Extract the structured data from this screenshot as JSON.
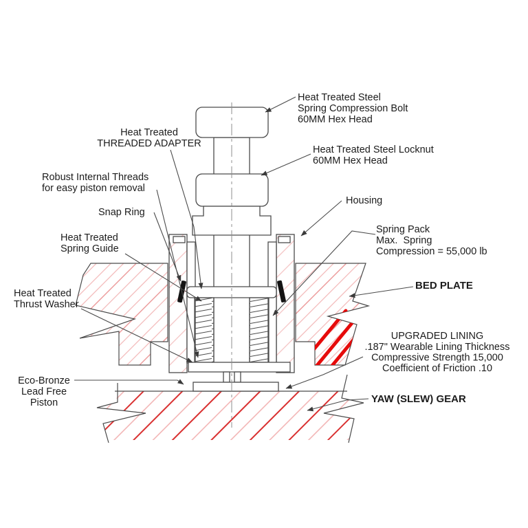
{
  "title": "Yaw brake spring compression assembly cross-section",
  "colors": {
    "background": "#ffffff",
    "line": "#4a4a4a",
    "text": "#1c1c1c",
    "hatch_pink": "#f0b2b2",
    "hatch_red": "#dd3333",
    "lining_red": "#e60b0b",
    "snap_ring": "#141414",
    "centerline_gray": "#8d8d8d"
  },
  "labels": {
    "bolt": {
      "lines": [
        "Heat Treated Steel",
        "Spring Compression Bolt",
        "60MM Hex Head"
      ]
    },
    "locknut": {
      "lines": [
        "Heat Treated Steel Locknut",
        "60MM Hex Head"
      ]
    },
    "adapter": {
      "lines": [
        "Heat Treated",
        "THREADED ADAPTER"
      ]
    },
    "internal_threads": {
      "lines": [
        "Robust Internal Threads",
        "for easy piston removal"
      ]
    },
    "snap_ring": {
      "lines": [
        "Snap Ring"
      ]
    },
    "spring_guide": {
      "lines": [
        "Heat Treated",
        "Spring Guide"
      ]
    },
    "thrust_washer": {
      "lines": [
        "Heat Treated",
        "Thrust Washer"
      ]
    },
    "piston": {
      "lines": [
        "Eco-Bronze",
        "Lead Free",
        "Piston"
      ]
    },
    "housing": {
      "lines": [
        "Housing"
      ]
    },
    "spring_pack": {
      "lines": [
        "Spring Pack",
        "Max.  Spring",
        "Compression = 55,000 lb"
      ]
    },
    "bed_plate": {
      "lines": [
        "BED PLATE"
      ]
    },
    "upgraded_lining": {
      "lines": [
        "UPGRADED LINING",
        ".187\" Wearable Lining Thickness",
        "Compressive Strength 15,000",
        "Coefficient of Friction .10"
      ]
    },
    "yaw_gear": {
      "lines": [
        "YAW (SLEW) GEAR"
      ]
    }
  }
}
